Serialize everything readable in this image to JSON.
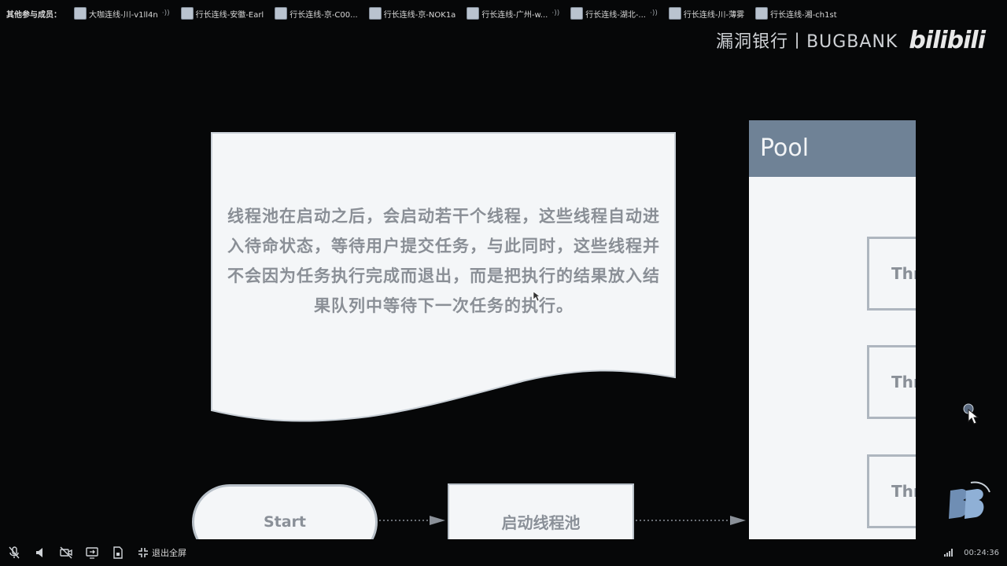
{
  "topbar": {
    "label": "其他参与成员：",
    "members": [
      {
        "name": "大咖连线-川-v1ll4n"
      },
      {
        "name": "行长连线-安徽-Earl"
      },
      {
        "name": "行长连线-京-C00..."
      },
      {
        "name": "行长连线-京-NOK1a"
      },
      {
        "name": "行长连线-广州-w..."
      },
      {
        "name": "行长连线-湖北-..."
      },
      {
        "name": "行长连线-川-薄雾"
      },
      {
        "name": "行长连线-湘-ch1st"
      }
    ],
    "volume_glyph": "·))"
  },
  "watermark": {
    "text": "漏洞银行丨BUGBANK",
    "logo": "bilibili"
  },
  "slide": {
    "doc_text": "线程池在启动之后，会启动若干个线程，这些线程自动进入待命状态，等待用户提交任务，与此同时，这些线程并不会因为任务执行完成而退出，而是把执行的结果放入结果队列中等待下一次任务的执行。",
    "pool": {
      "title": "Pool",
      "threads": [
        "Thr",
        "Thr",
        "Thr"
      ]
    },
    "flow": {
      "start": "Start",
      "process": "启动线程池"
    }
  },
  "toolbar": {
    "exit_fullscreen": "退出全屏",
    "time": "00:24:36"
  },
  "colors": {
    "background": "#060708",
    "pool_header": "#6f8296",
    "shape_fill": "#f4f6f8",
    "shape_text": "#8a9098"
  },
  "icons": [
    "mic-off-icon",
    "speaker-icon",
    "camera-off-icon",
    "screen-share-icon",
    "record-icon",
    "fullscreen-exit-icon",
    "signal-icon",
    "mouse-cursor-icon",
    "bugbank-logo-icon"
  ]
}
